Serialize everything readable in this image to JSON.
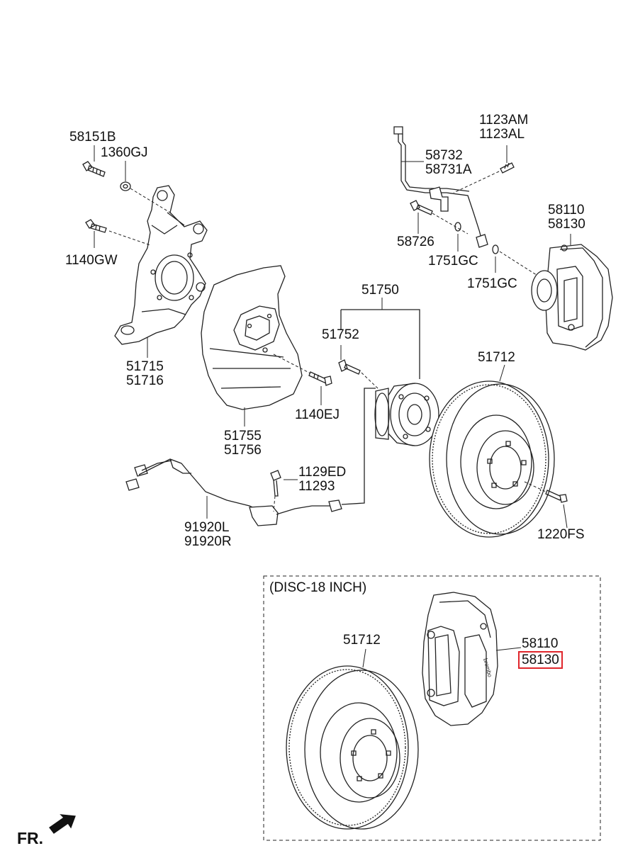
{
  "parts": {
    "p58151B": "58151B",
    "p1360GJ": "1360GJ",
    "p1140GW": "1140GW",
    "p51715": "51715",
    "p51716": "51716",
    "p51755": "51755",
    "p51756": "51756",
    "p1140EJ": "1140EJ",
    "p51750": "51750",
    "p51752": "51752",
    "p51712a": "51712",
    "p1123AM": "1123AM",
    "p1123AL": "1123AL",
    "p58732": "58732",
    "p58731A": "58731A",
    "p58726": "58726",
    "p1751GCa": "1751GC",
    "p1751GCb": "1751GC",
    "p58110a": "58110",
    "p58130a": "58130",
    "p1129ED": "1129ED",
    "p11293": "11293",
    "p91920L": "91920L",
    "p91920R": "91920R",
    "p1220FS": "1220FS",
    "p51712b": "51712",
    "p58110b": "58110",
    "p58130b": "58130"
  },
  "inset_title": "(DISC-18 INCH)",
  "direction_label": "FR.",
  "highlight_color": "#e0262b",
  "icons": [
    "arrow-fr-icon"
  ]
}
